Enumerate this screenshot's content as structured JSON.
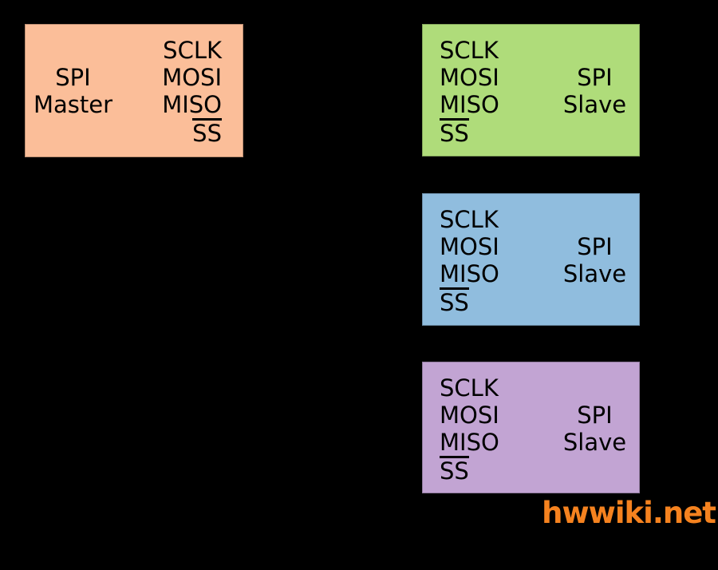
{
  "background": "#000000",
  "master": {
    "role": [
      "SPI",
      "Master"
    ],
    "signals": [
      "SCLK",
      "MOSI",
      "MISO",
      "SS"
    ],
    "ss_active_low": true,
    "color": "#FBBE99"
  },
  "slaves": [
    {
      "role": [
        "SPI",
        "Slave"
      ],
      "signals": [
        "SCLK",
        "MOSI",
        "MISO",
        "SS"
      ],
      "ss_active_low": true,
      "color": "#AFDC7A"
    },
    {
      "role": [
        "SPI",
        "Slave"
      ],
      "signals": [
        "SCLK",
        "MOSI",
        "MISO",
        "SS"
      ],
      "ss_active_low": true,
      "color": "#90BDDE"
    },
    {
      "role": [
        "SPI",
        "Slave"
      ],
      "signals": [
        "SCLK",
        "MOSI",
        "MISO",
        "SS"
      ],
      "ss_active_low": true,
      "color": "#C2A4D3"
    }
  ],
  "watermark": {
    "text": "hwwiki.net",
    "color": "#F5821F"
  }
}
